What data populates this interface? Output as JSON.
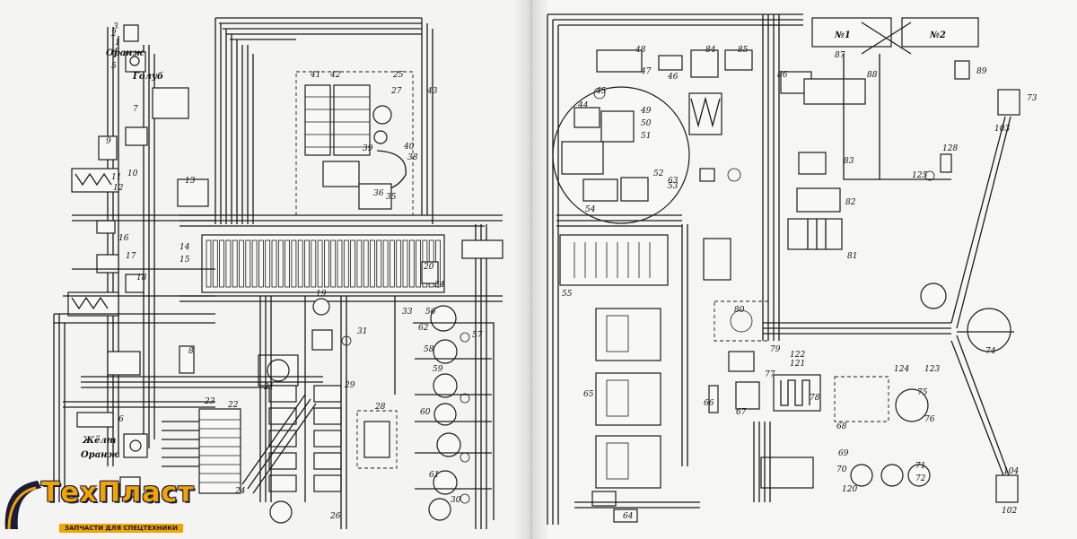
{
  "meta": {
    "logo_name": "ТехПласт",
    "logo_tagline": "ЗАПЧАСТИ ДЛЯ СПЕЦТЕХНИКИ"
  },
  "labels": {
    "oranzh": "Оранж",
    "golub": "Голуб",
    "zhelt": "Жёлт",
    "oranzh2": "Оранж",
    "battery1": "№1",
    "battery2": "№2",
    "p_41": "41",
    "p_42": "42",
    "p_25": "25",
    "p_27": "27",
    "p_43": "43",
    "p_39": "39",
    "p_40": "40",
    "p_38": "38",
    "p_36": "36",
    "p_35": "35",
    "p_14": "14",
    "p_15": "15",
    "p_19": "19",
    "p_33": "33",
    "p_56": "56",
    "p_57": "57",
    "p_58": "58",
    "p_59": "59",
    "p_60": "60",
    "p_61": "61",
    "p_30": "30",
    "p_31": "31",
    "p_20": "20",
    "p_34": "34",
    "p_21": "21",
    "p_22": "22",
    "p_23": "23",
    "p_24": "24",
    "p_26": "26",
    "p_28": "28",
    "p_29": "29",
    "p_13": "13",
    "p_12": "12",
    "p_11": "11",
    "p_10": "10",
    "p_9": "9",
    "p_8": "8",
    "p_7": "7",
    "p_6": "6",
    "p_5": "5",
    "p_4": "4",
    "p_3": "3",
    "p_2": "2",
    "p_1": "1",
    "p_16": "16",
    "p_17": "17",
    "p_18": "18",
    "p_62": "62",
    "p_45": "45",
    "p_48": "48",
    "p_47": "47",
    "p_46": "46",
    "p_84": "84",
    "p_85": "85",
    "p_86": "86",
    "p_87": "87",
    "p_88": "88",
    "p_89": "89",
    "p_73": "73",
    "p_49": "49",
    "p_50": "50",
    "p_51": "51",
    "p_44": "44",
    "p_52": "52",
    "p_53": "53",
    "p_54": "54",
    "p_83": "83",
    "p_82": "82",
    "p_81": "81",
    "p_55": "55",
    "p_65": "65",
    "p_66": "66",
    "p_67": "67",
    "p_77": "77",
    "p_78": "78",
    "p_79": "79",
    "p_80": "80",
    "p_74": "74",
    "p_75": "75",
    "p_76": "76",
    "p_69": "69",
    "p_70": "70",
    "p_71": "71",
    "p_72": "72",
    "p_68": "68",
    "p_63": "63",
    "p_64": "64",
    "p_103": "103",
    "p_104": "104",
    "p_102": "102",
    "p_128": "128",
    "p_125": "125",
    "p_124": "124",
    "p_123": "123",
    "p_122": "122",
    "p_121": "121",
    "p_120": "120"
  }
}
